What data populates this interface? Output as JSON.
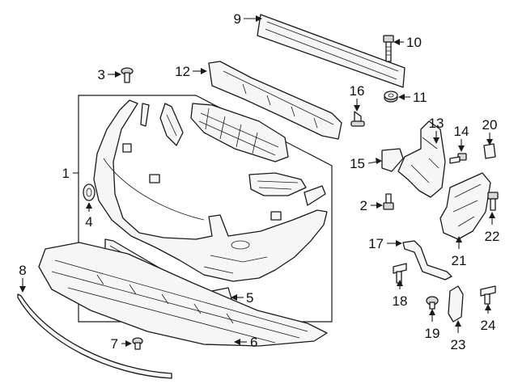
{
  "diagram": {
    "callouts": [
      {
        "number": "1"
      },
      {
        "number": "2"
      },
      {
        "number": "3"
      },
      {
        "number": "4"
      },
      {
        "number": "5"
      },
      {
        "number": "6"
      },
      {
        "number": "7"
      },
      {
        "number": "8"
      },
      {
        "number": "9"
      },
      {
        "number": "10"
      },
      {
        "number": "11"
      },
      {
        "number": "12"
      },
      {
        "number": "13"
      },
      {
        "number": "14"
      },
      {
        "number": "15"
      },
      {
        "number": "16"
      },
      {
        "number": "17"
      },
      {
        "number": "18"
      },
      {
        "number": "19"
      },
      {
        "number": "20"
      },
      {
        "number": "21"
      },
      {
        "number": "22"
      },
      {
        "number": "23"
      },
      {
        "number": "24"
      }
    ]
  }
}
